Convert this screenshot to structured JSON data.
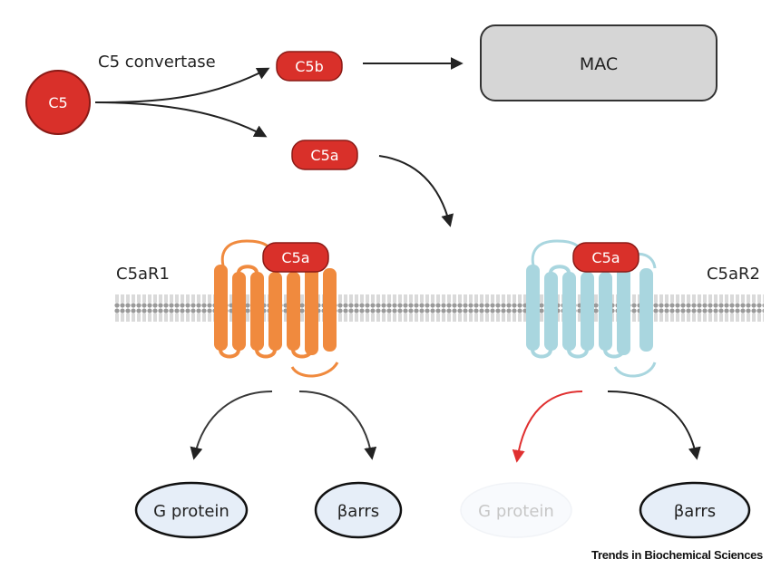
{
  "nodes": {
    "c5": "C5",
    "convertase": "C5 convertase",
    "c5b": "C5b",
    "mac": "MAC",
    "c5a": "C5a",
    "c5ar1_ligand": "C5a",
    "c5ar2_ligand": "C5a"
  },
  "receptors": {
    "c5ar1": "C5aR1",
    "c5ar2": "C5aR2"
  },
  "outputs": {
    "r1_g": "G protein",
    "r1_barr": "βarrs",
    "r2_g": "G protein",
    "r2_barr": "βarrs"
  },
  "footer": "Trends in Biochemical Sciences",
  "colors": {
    "complement_red": "#d9302a",
    "c5ar1_orange": "#f08a3e",
    "c5ar2_teal": "#a9d6df",
    "inhibited_arrow": "#e03030",
    "output_fill": "#e6eef8"
  }
}
